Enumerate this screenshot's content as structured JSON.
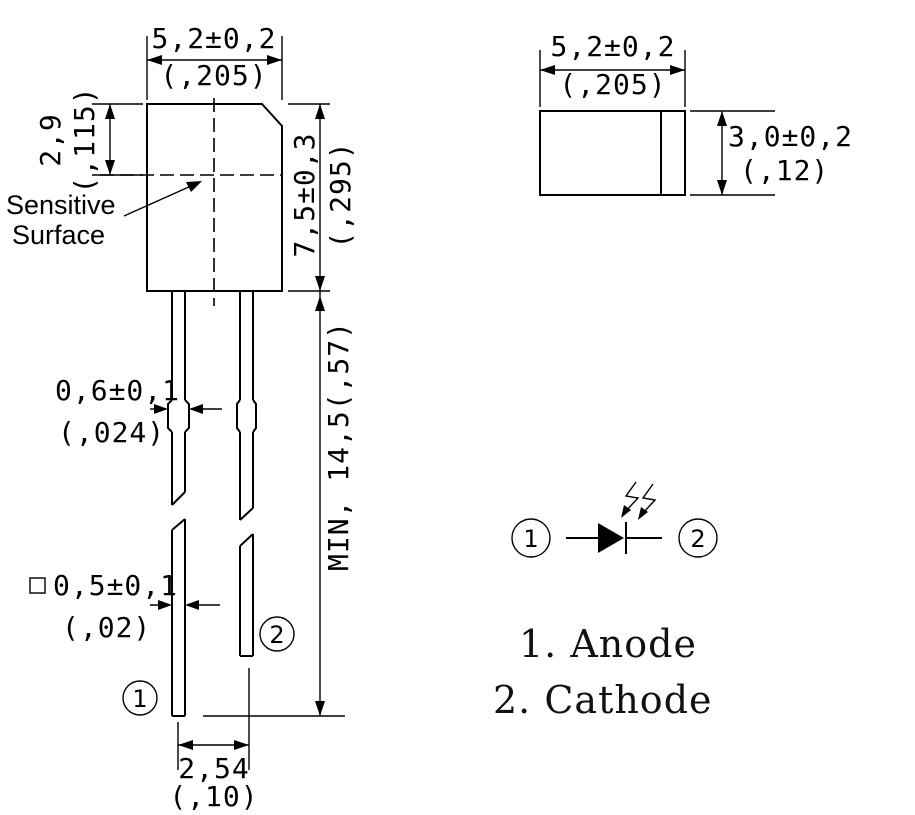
{
  "front_view": {
    "width_mm": "5,2±0,2",
    "width_in": "(,205)",
    "sensitive_height_mm": "2,9",
    "sensitive_height_in": "(,115)",
    "body_height_mm": "7,5±0,3",
    "body_height_in": "(,295)",
    "sensitive_label_line1": "Sensitive",
    "sensitive_label_line2": "Surface",
    "lead_width_mm": "0,6±0,1",
    "lead_width_in": "(,024)",
    "lead_square_mm": "0,5±0,1",
    "lead_square_in": "(,02)",
    "lead_length": "MIN, 14,5(,57)",
    "pitch_mm": "2,54",
    "pitch_in": "(,10)",
    "pin1_marker": "1",
    "pin2_marker": "2"
  },
  "side_view": {
    "width_mm": "5,2±0,2",
    "width_in": "(,205)",
    "thickness_mm": "3,0±0,2",
    "thickness_in": "(,12)"
  },
  "symbol": {
    "pin1": "1",
    "pin2": "2"
  },
  "legend": {
    "item1": "1. Anode",
    "item2": "2. Cathode"
  }
}
